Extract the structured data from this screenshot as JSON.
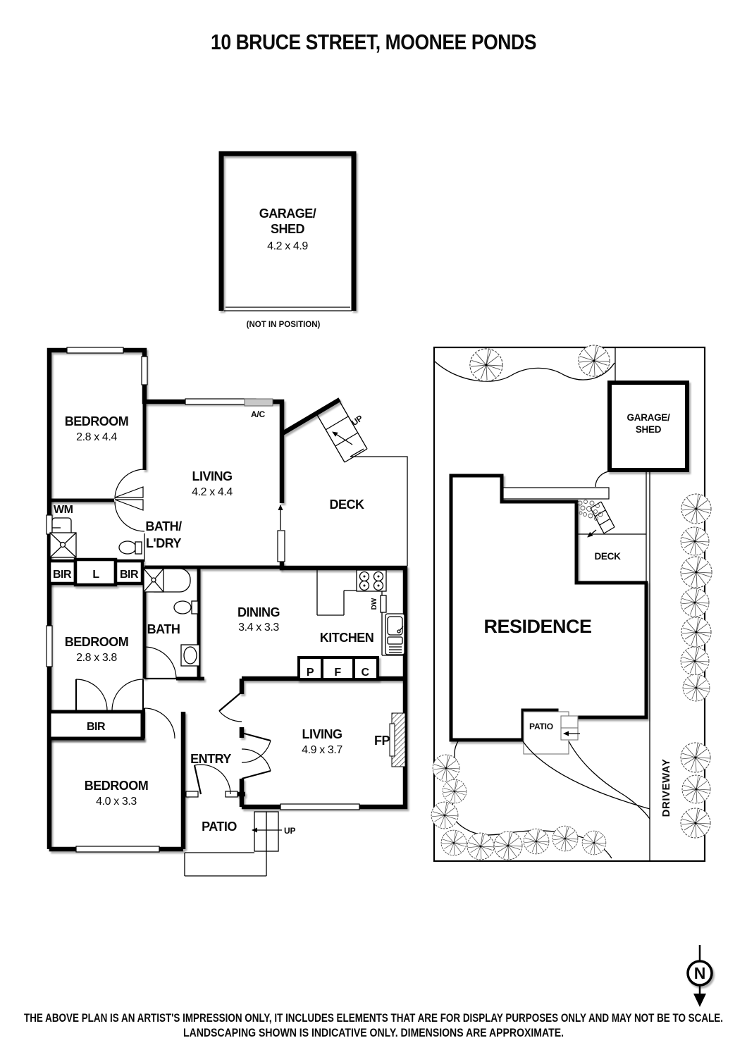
{
  "title": "10 BRUCE STREET, MOONEE PONDS",
  "detached_garage": {
    "line1": "GARAGE/",
    "line2": "SHED",
    "dims": "4.2 x 4.9",
    "note": "(NOT IN POSITION)"
  },
  "floorplan": {
    "bedroom1": {
      "name": "BEDROOM",
      "dims": "2.8 x 4.4"
    },
    "living1": {
      "name": "LIVING",
      "dims": "4.2 x 4.4"
    },
    "deck": "DECK",
    "up": "UP",
    "ac": "A/C",
    "wm": "WM",
    "bath_ldry": {
      "line1": "BATH/",
      "line2": "L'DRY"
    },
    "bir": "BIR",
    "linen": "L",
    "bedroom2": {
      "name": "BEDROOM",
      "dims": "2.8 x 3.8"
    },
    "bath": "BATH",
    "dining": {
      "name": "DINING",
      "dims": "3.4 x 3.3"
    },
    "kitchen": "KITCHEN",
    "dw": "DW",
    "pantry": "P",
    "fridge": "F",
    "cupboard": "C",
    "living2": {
      "name": "LIVING",
      "dims": "4.9 x 3.7"
    },
    "fireplace": "FP",
    "bedroom3": {
      "name": "BEDROOM",
      "dims": "4.0 x 3.3"
    },
    "entry": "ENTRY",
    "patio": "PATIO"
  },
  "siteplan": {
    "garage": {
      "line1": "GARAGE/",
      "line2": "SHED"
    },
    "deck": "DECK",
    "residence": "RESIDENCE",
    "patio": "PATIO",
    "driveway": "DRIVEWAY"
  },
  "compass": {
    "north": "N"
  },
  "disclaimer": {
    "line1": "THE ABOVE PLAN IS AN ARTIST'S IMPRESSION ONLY, IT INCLUDES ELEMENTS THAT ARE FOR DISPLAY PURPOSES ONLY AND MAY NOT BE TO SCALE.",
    "line2": "LANDSCAPING SHOWN IS INDICATIVE ONLY. DIMENSIONS ARE APPROXIMATE."
  },
  "colors": {
    "wall": "#000000",
    "background": "#ffffff",
    "ac_unit": "#c8c8c8"
  }
}
